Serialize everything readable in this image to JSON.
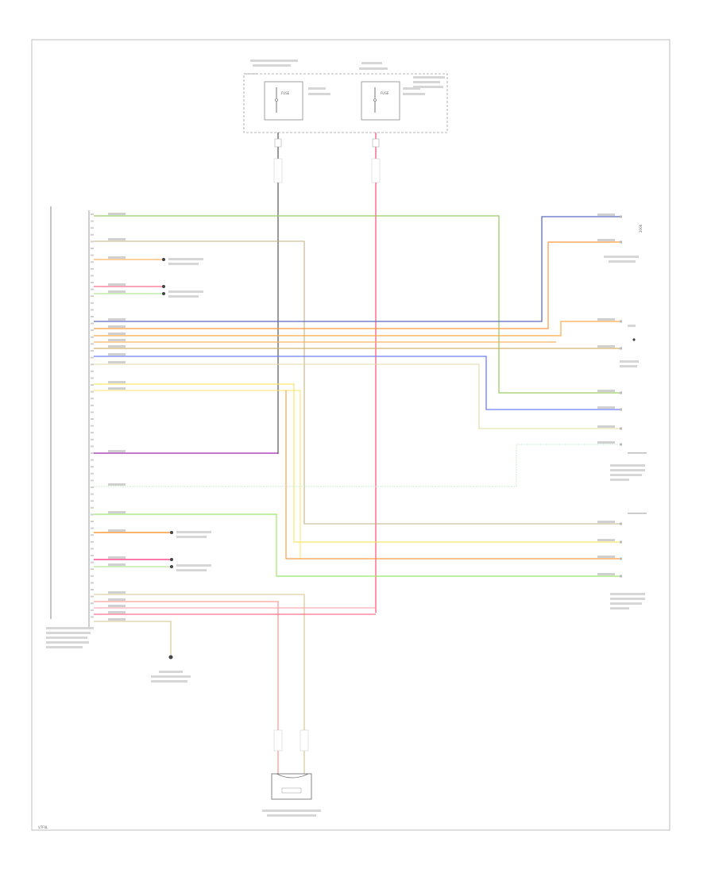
{
  "diagram": {
    "page_code": "V7F0L",
    "top_box": {
      "left_fuse_label": "FUSE",
      "right_fuse_label": "FUSE"
    },
    "right_top_label": "2006"
  }
}
